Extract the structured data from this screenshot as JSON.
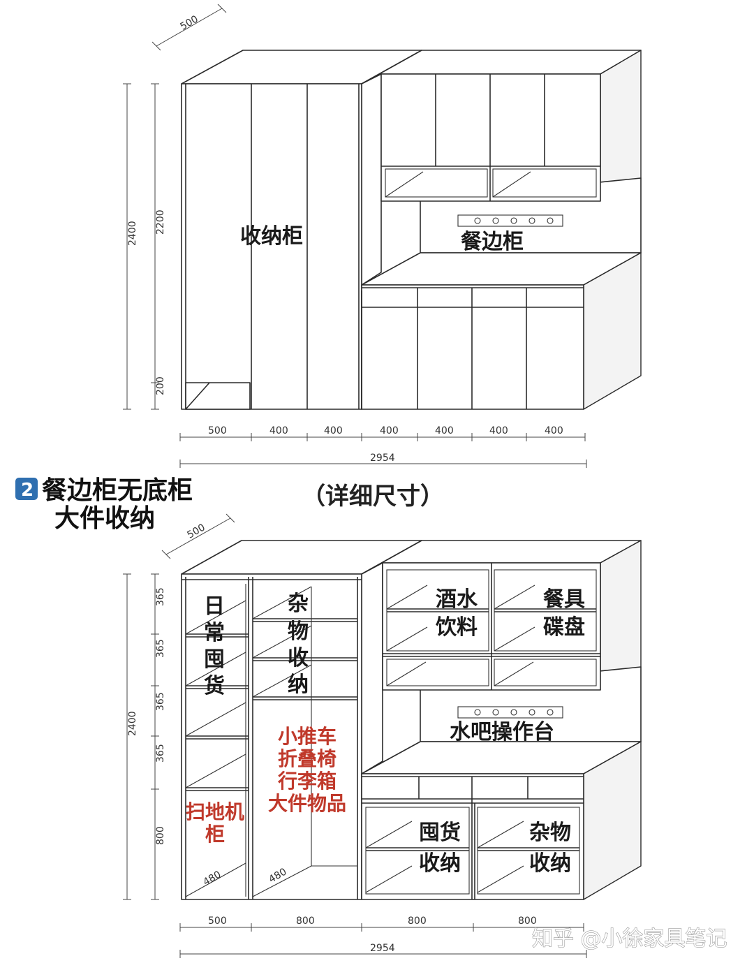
{
  "top_figure": {
    "depth_dim": "500",
    "height_dims": {
      "total": "2400",
      "upper": "2200",
      "base": "200"
    },
    "width_dims": [
      "500",
      "400",
      "400",
      "400",
      "400",
      "400",
      "400"
    ],
    "total_width": "2954",
    "labels": {
      "storage_cabinet": "收纳柜",
      "sideboard": "餐边柜"
    }
  },
  "section": {
    "badge": "2",
    "title_line1": "餐边柜无底柜",
    "title_line2": "大件收纳",
    "detail": "（详细尺寸）"
  },
  "bottom_figure": {
    "depth_dim": "500",
    "height_dims": {
      "total": "2400",
      "rows": [
        "365",
        "365",
        "365",
        "365",
        "800"
      ]
    },
    "width_dims": [
      "500",
      "800",
      "800",
      "800"
    ],
    "total_width": "2954",
    "cavity_dims": [
      "480",
      "480"
    ],
    "labels": {
      "daily_col": [
        "日",
        "常",
        "囤",
        "货"
      ],
      "misc_col": [
        "杂",
        "物",
        "收",
        "纳"
      ],
      "drinks_1": "酒水",
      "drinks_2": "饮料",
      "dishes_1": "餐具",
      "dishes_2": "碟盘",
      "bar_counter": "水吧操作台",
      "robot_1": "扫地机",
      "robot_2": "柜",
      "large_1": "小推车",
      "large_2": "折叠椅",
      "large_3": "行李箱",
      "large_4": "大件物品",
      "stock_1": "囤货",
      "stock_2": "收纳",
      "sundry_1": "杂物",
      "sundry_2": "收纳"
    },
    "label_red_color": "#c0392b"
  },
  "watermark": "知乎 @小徐家具笔记"
}
